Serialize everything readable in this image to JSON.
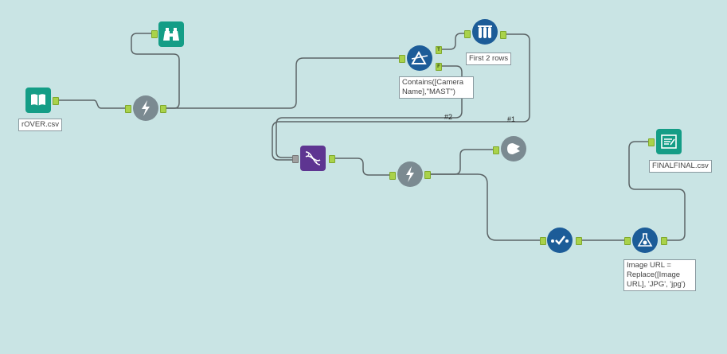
{
  "canvas": {
    "background": "#c9e4e4"
  },
  "tools": {
    "input": {
      "label": "rOVER.csv",
      "icon": "book-icon"
    },
    "formula1": {
      "icon": "lightning-icon"
    },
    "browse1": {
      "icon": "binoculars-icon"
    },
    "filter": {
      "label": "Contains([Camera Name],\"MAST\")",
      "icon": "filter-prism-icon",
      "true_anchor": "T",
      "false_anchor": "F"
    },
    "sample": {
      "label": "First 2 rows",
      "icon": "test-tubes-icon"
    },
    "union_tool": {
      "icon": "dna-icon"
    },
    "formula2": {
      "icon": "lightning-icon"
    },
    "browse2": {
      "icon": "browse-icon"
    },
    "select": {
      "icon": "check-icon"
    },
    "formula3": {
      "label": "Image URL = Replace([Image URL], 'JPG', 'jpg')",
      "icon": "flask-icon"
    },
    "output": {
      "label": "FINALFINAL.csv",
      "icon": "output-file-icon"
    }
  },
  "connections": {
    "tag1": "#1",
    "tag2": "#2"
  },
  "colors": {
    "teal": "#149d86",
    "blue": "#1c5c98",
    "gray": "#7b8a91",
    "purple": "#5e3591",
    "anchor": "#a9d24a"
  }
}
